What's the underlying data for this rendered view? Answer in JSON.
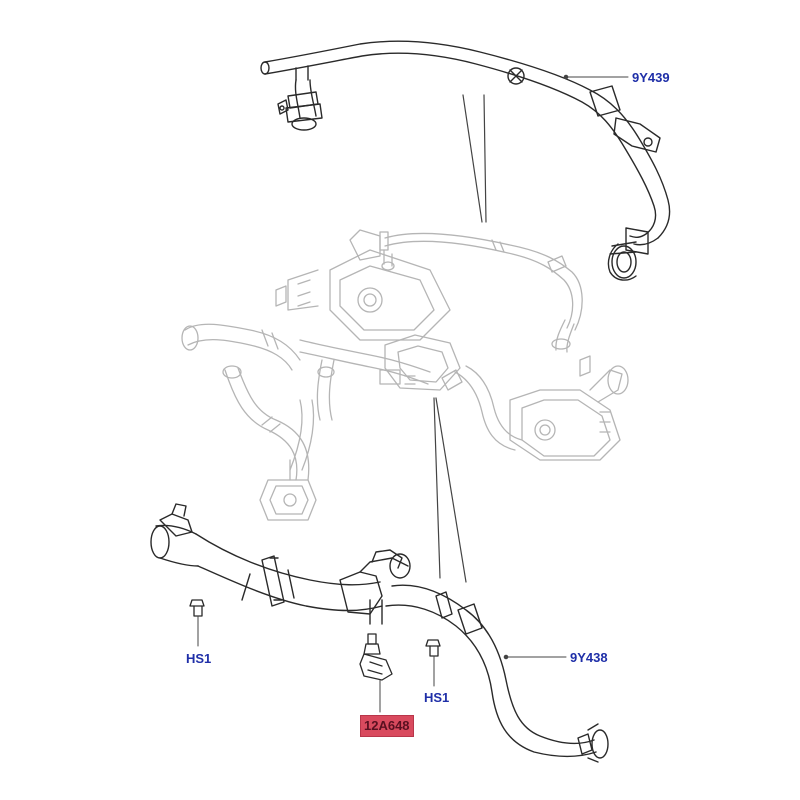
{
  "colors": {
    "callout_text": "#1f2fa8",
    "highlight_bg": "#d94a5e",
    "line": "#333333",
    "ghost": "#b8b8b8"
  },
  "callouts": {
    "upper_pipe": "9Y439",
    "lower_pipe": "9Y438",
    "bolt_left": "HS1",
    "bolt_right": "HS1",
    "sensor": "12A648"
  }
}
